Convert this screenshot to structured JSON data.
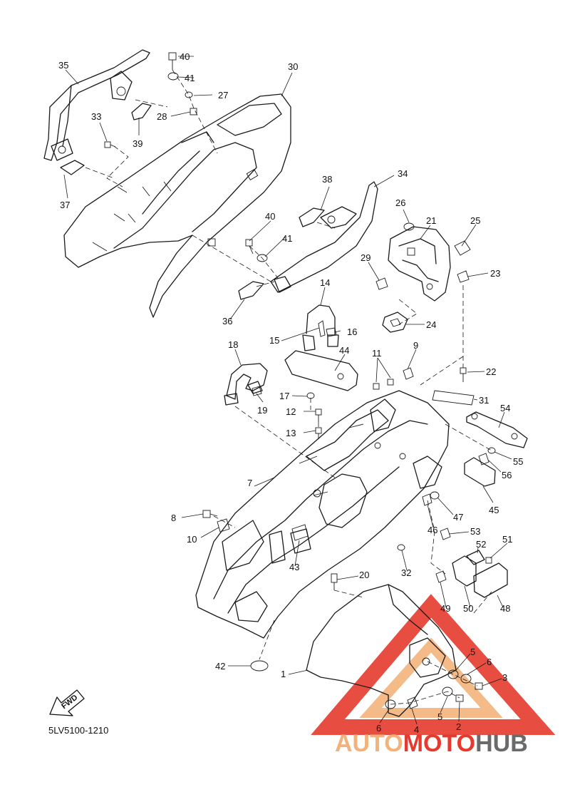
{
  "diagram_code": "5LV5100-1210",
  "fwd_label": "FWD",
  "watermark": {
    "auto": "AUTO",
    "moto": "MOTO",
    "hub": "HUB",
    "accent": "#e63a2e",
    "accent_light": "#f3b27a",
    "gray": "#6a6a6a"
  },
  "callouts": {
    "c35": "35",
    "c40a": "40",
    "c41a": "41",
    "c27": "27",
    "c28": "28",
    "c30": "30",
    "c33": "33",
    "c39": "39",
    "c37": "37",
    "c38": "38",
    "c34": "34",
    "c26": "26",
    "c21": "21",
    "c25": "25",
    "c40b": "40",
    "c41b": "41",
    "c29": "29",
    "c23": "23",
    "c36": "36",
    "c14": "14",
    "c24": "24",
    "c15": "15",
    "c16": "16",
    "c18": "18",
    "c44": "44",
    "c11": "11",
    "c9": "9",
    "c22": "22",
    "c17": "17",
    "c19": "19",
    "c12": "12",
    "c31": "31",
    "c54": "54",
    "c13": "13",
    "c55": "55",
    "c7": "7",
    "c56": "56",
    "c45": "45",
    "c47": "47",
    "c8": "8",
    "c46": "46",
    "c53": "53",
    "c10": "10",
    "c51": "51",
    "c52": "52",
    "c43": "43",
    "c32": "32",
    "c20": "20",
    "c49": "49",
    "c50": "50",
    "c48": "48",
    "c5a": "5",
    "c6a": "6",
    "c42": "42",
    "c3": "3",
    "c1": "1",
    "c5b": "5",
    "c2": "2",
    "c6b": "6",
    "c4": "4"
  }
}
